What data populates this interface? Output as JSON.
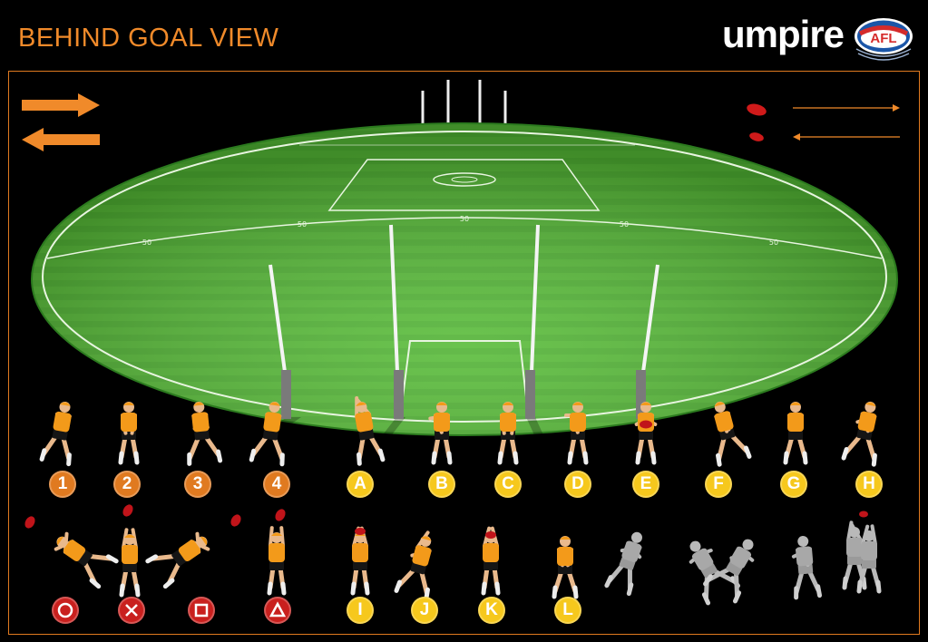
{
  "header": {
    "title": "BEHIND GOAL VIEW",
    "logo_text": "umpire",
    "logo_badge": "AFL"
  },
  "field": {
    "markings": [
      "50",
      "50",
      "50",
      "50",
      "50"
    ]
  },
  "colors": {
    "accent": "#f08a2a",
    "grass_light": "#5cc23a",
    "grass_dark": "#3f9e2a",
    "player_orange": "#f39a1a",
    "badge_number": "#e07a20",
    "badge_letter": "#f6c81d",
    "badge_symbol": "#c9201e"
  },
  "legend": {
    "arrows": [
      "arrow-right-icon",
      "arrow-left-icon"
    ],
    "balls": [
      "ball-flight-right-icon",
      "ball-flight-left-icon"
    ]
  },
  "row1": {
    "labels": [
      "1",
      "2",
      "3",
      "4",
      "A",
      "B",
      "C",
      "D",
      "E",
      "F",
      "G",
      "H"
    ]
  },
  "row2": {
    "symbols": [
      "circle",
      "cross",
      "square",
      "triangle"
    ],
    "labels": [
      "I",
      "J",
      "K",
      "L"
    ]
  }
}
